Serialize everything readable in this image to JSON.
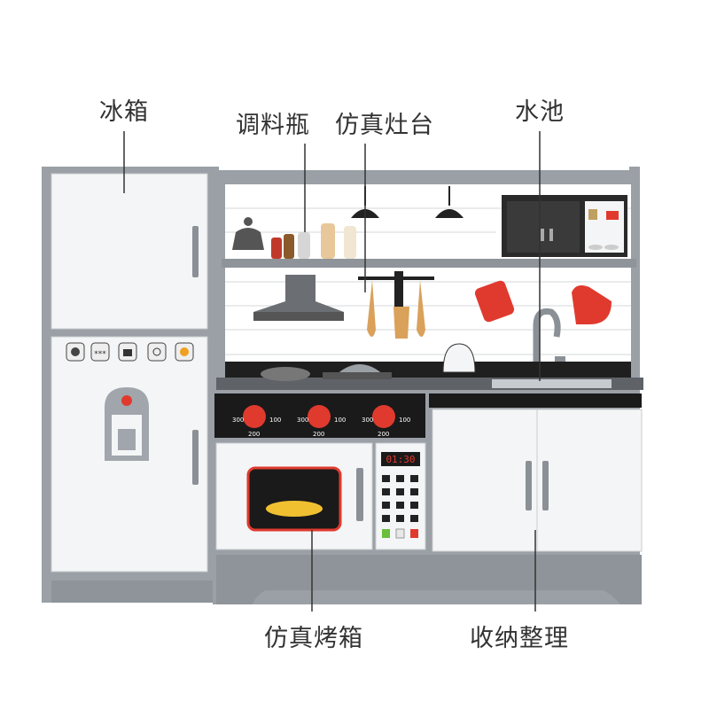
{
  "labels": {
    "fridge": "冰箱",
    "seasoning_bottles": "调料瓶",
    "stove": "仿真灶台",
    "sink": "水池",
    "oven": "仿真烤箱",
    "storage": "收纳整理"
  },
  "oven_clock": "01:30",
  "knob_scale": [
    "300",
    "100",
    "200"
  ],
  "colors": {
    "cabinet_gray": "#9aa0a6",
    "panel_white": "#f4f5f6",
    "knob_red": "#e03a2e",
    "stove_black": "#1a1a1a"
  }
}
